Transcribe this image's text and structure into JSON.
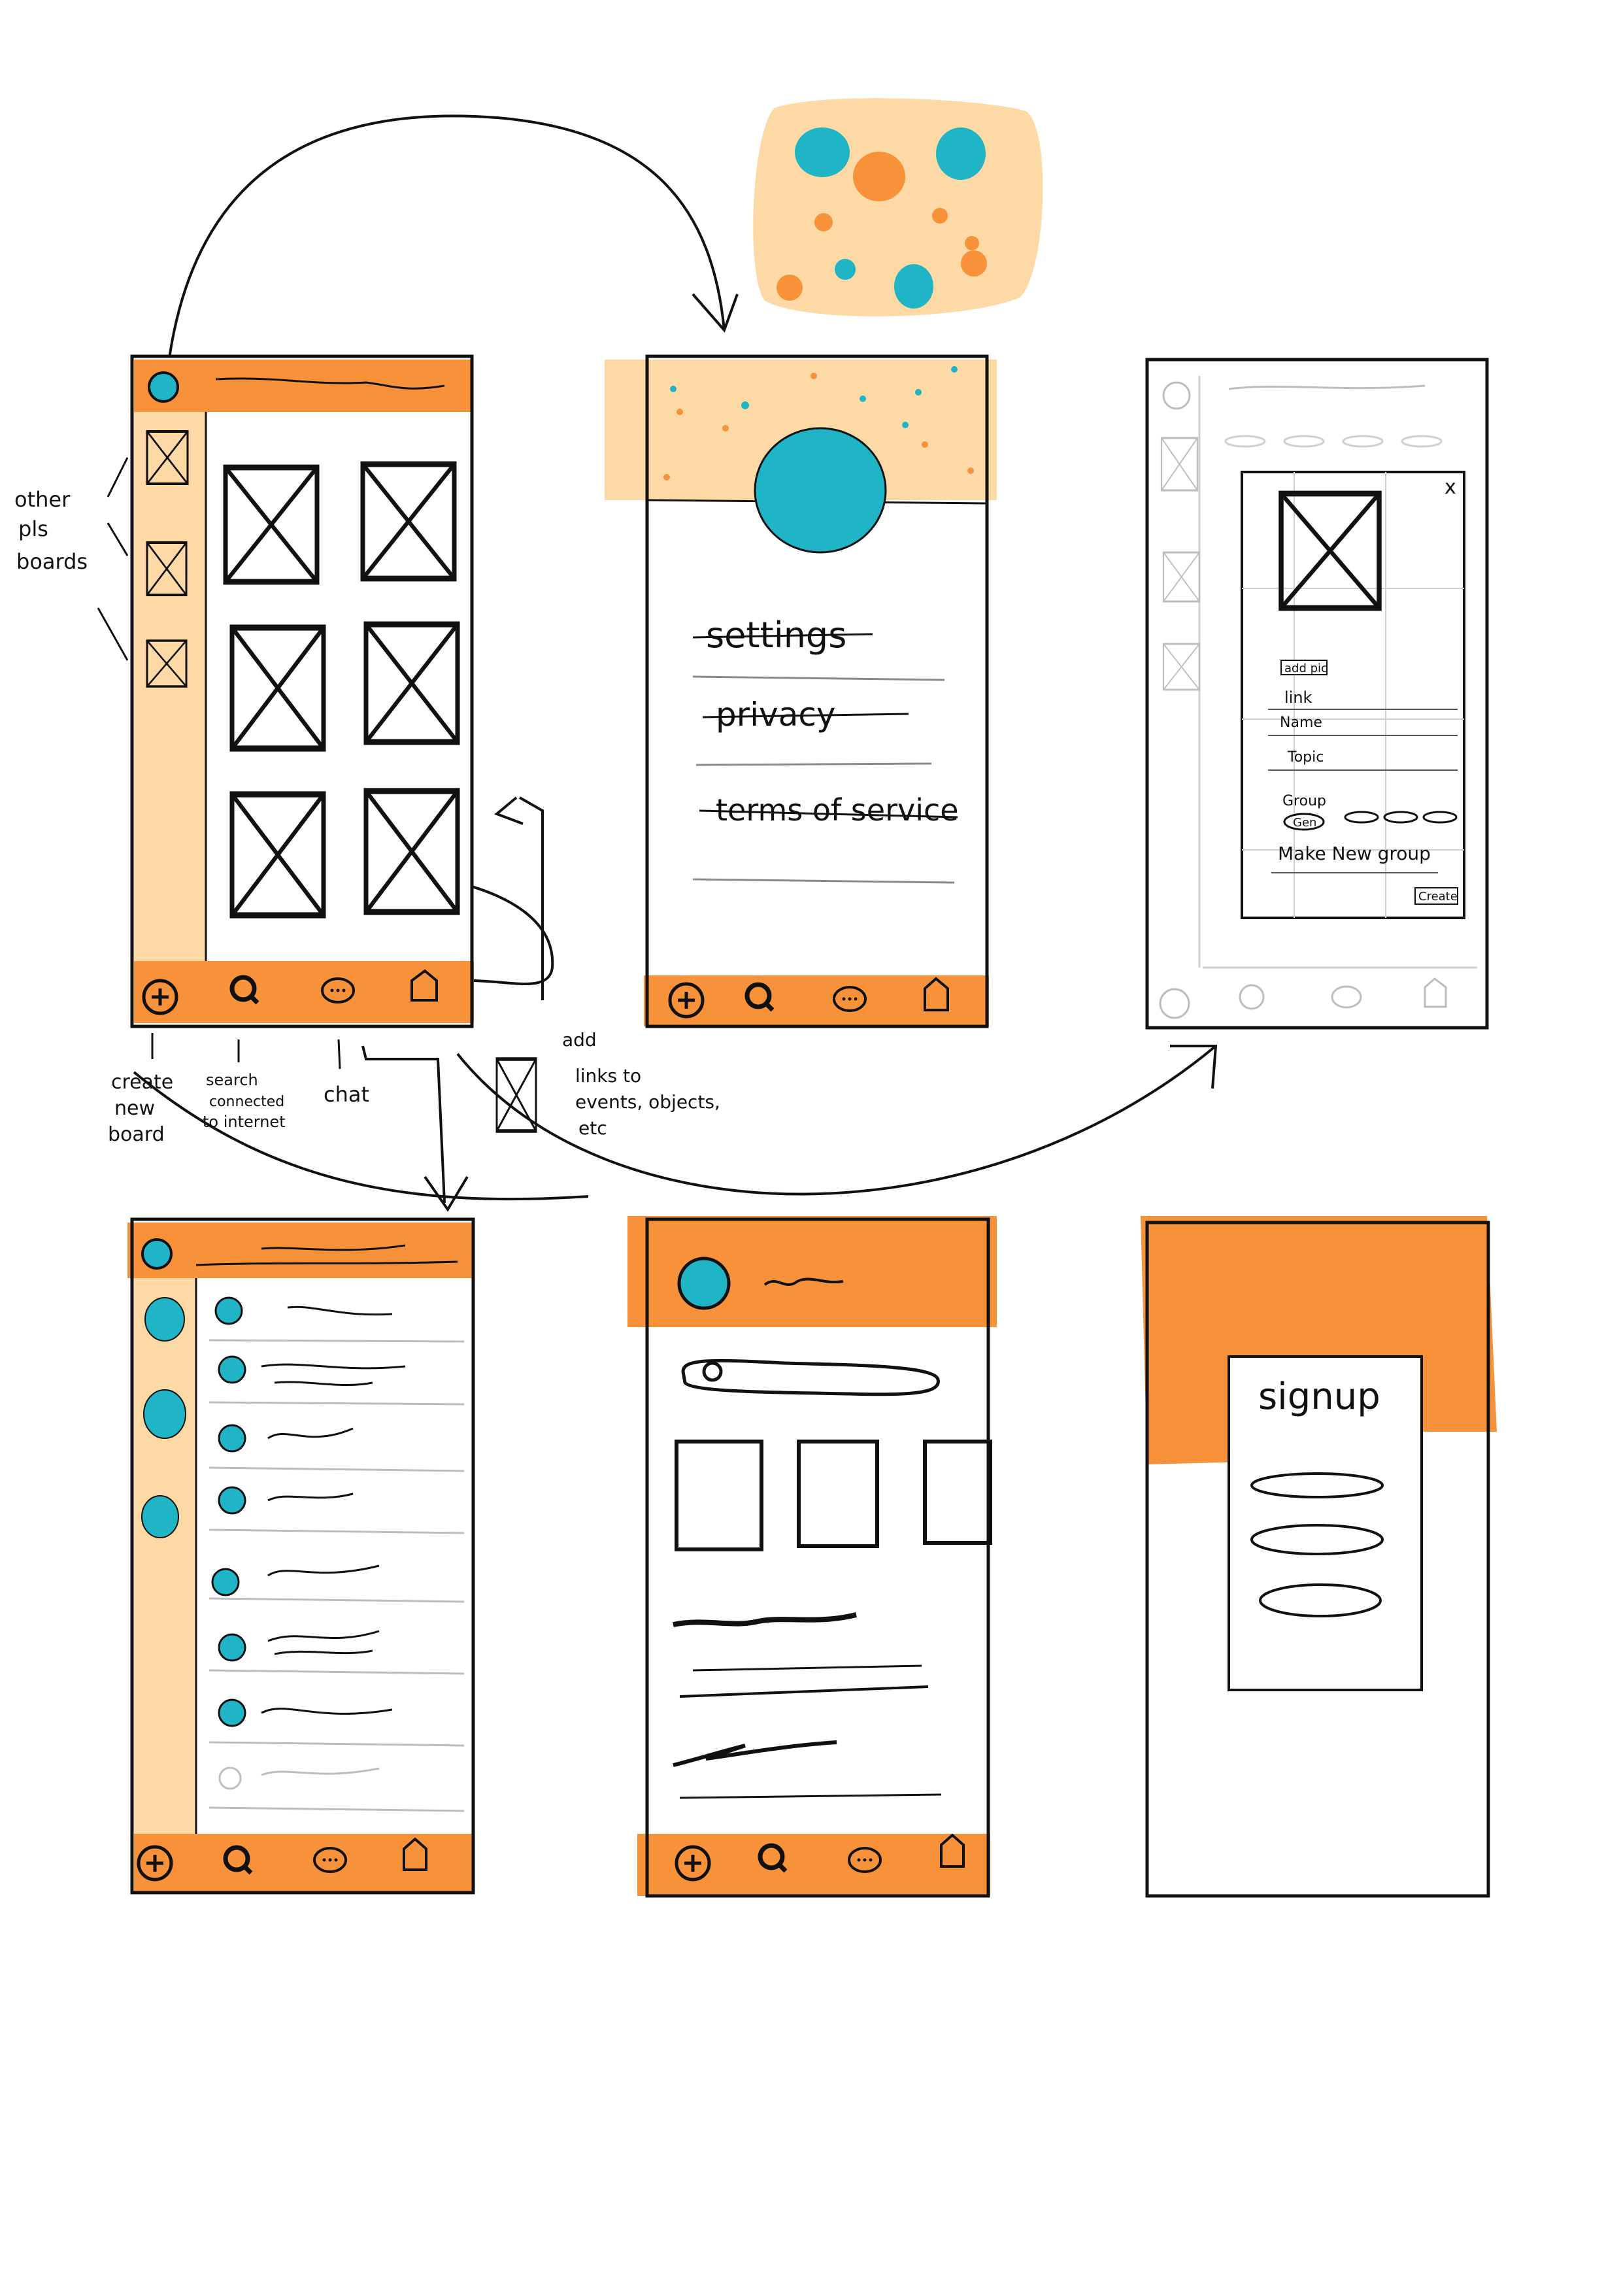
{
  "annotations": {
    "other_pls_boards": [
      "other",
      "pls",
      "boards"
    ],
    "create_new_board": [
      "create",
      "new",
      "board"
    ],
    "search_connected": [
      "search",
      "connected",
      "to internet"
    ],
    "chat": "chat",
    "add_links": [
      "add",
      "links to",
      "events, objects,",
      "etc"
    ]
  },
  "profile_menu": {
    "items": [
      "settings",
      "privacy",
      "terms of service"
    ]
  },
  "create_board_dialog": {
    "add_pic": "add pic",
    "fields": [
      "link",
      "Name",
      "Topic"
    ],
    "group_label": "Group",
    "group_chip": "Gen",
    "make_new_group": "Make New group",
    "create_button": "Create",
    "close": "x"
  },
  "signup": {
    "title": "signup"
  },
  "colors": {
    "accent_orange": "#f7923a",
    "light_orange": "#fdd9a6",
    "teal": "#1fb4c6",
    "ink": "#111111",
    "faint": "#bdbdbd"
  },
  "icons": [
    "add-icon",
    "search-icon",
    "chat-icon",
    "home-icon",
    "avatar-icon"
  ]
}
